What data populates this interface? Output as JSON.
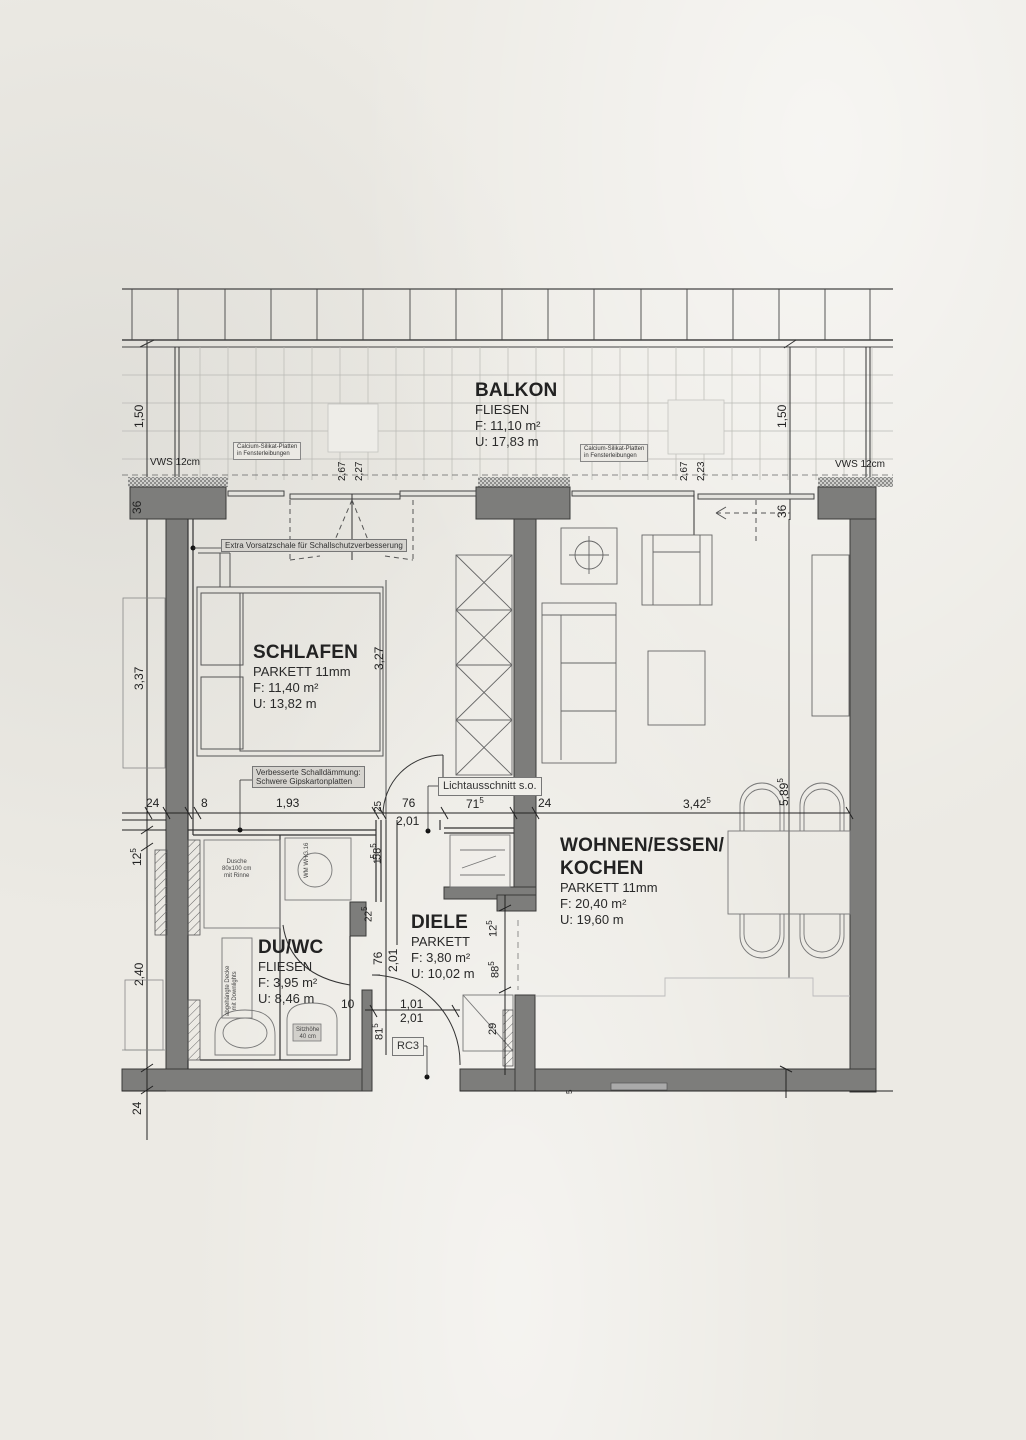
{
  "document": {
    "type": "floor plan",
    "background_color": "#eceae4",
    "wall_color": "#7d7d7b",
    "line_color": "#333333"
  },
  "rooms": {
    "balkon": {
      "name": "BALKON",
      "floor": "FLIESEN",
      "area": "F: 11,10 m²",
      "perimeter": "U: 17,83 m"
    },
    "schlafen": {
      "name": "SCHLAFEN",
      "floor": "PARKETT 11mm",
      "area": "F: 11,40 m²",
      "perimeter": "U: 13,82 m"
    },
    "wohnen": {
      "name_line1": "WOHNEN/ESSEN/",
      "name_line2": "KOCHEN",
      "floor": "PARKETT 11mm",
      "area": "F: 20,40 m²",
      "perimeter": "U: 19,60 m"
    },
    "diele": {
      "name": "DIELE",
      "floor": "PARKETT",
      "area": "F: 3,80 m²",
      "perimeter": "U: 10,02 m"
    },
    "duwc": {
      "name": "DU/WC",
      "floor": "FLIESEN",
      "area": "F: 3,95 m²",
      "perimeter": "U: 8,46 m"
    }
  },
  "notes": {
    "calcium_left_1": "Calcium-Silikat-Platten",
    "calcium_left_2": "in Fensterleibungen",
    "calcium_right_1": "Calcium-Silikat-Platten",
    "calcium_right_2": "in Fensterleibungen",
    "vorsatzschale": "Extra Vorsatzschale für Schallschutzverbesserung",
    "schalldaemmung_1": "Verbesserte Schalldämmung:",
    "schalldaemmung_2": "Schwere Gipskartonplatten",
    "lichtausschnitt": "Lichtausschnitt s.o.",
    "dusche_1": "Dusche",
    "dusche_2": "80x100 cm",
    "dusche_3": "mit Rinne",
    "decke_1": "abgehängte Decke",
    "decke_2": "mit Downlights",
    "wm": "WM",
    "wm_label": "WHG.16",
    "sitz_1": "Sitzhöhe",
    "sitz_2": "40 cm",
    "rc3": "RC3",
    "vws_left": "VWS 12cm",
    "vws_right": "VWS 12cm"
  },
  "dimensions": {
    "balkon_depth_left": "1,50",
    "balkon_depth_right": "1,50",
    "win_left_a": "2,67",
    "win_left_b": "2,27",
    "win_right_a": "2,67",
    "win_right_b": "2,23",
    "wall_top_left": "36",
    "wall_top_right": "36",
    "schlafen_height": "3,37",
    "bed_dim": "3,27",
    "row_24_left": "24",
    "row_8": "8",
    "row_193": "1,93",
    "row_25": "25",
    "row_76": "76",
    "row_201": "2,01",
    "row_715": "71",
    "row_715_sup": "5",
    "row_24_mid": "24",
    "row_3425": "3,42",
    "row_3425_sup": "5",
    "wohnen_height": "5,89",
    "wohnen_height_sup": "5",
    "left_125": "12",
    "left_125_sup": "5",
    "left_240": "2,40",
    "left_24_bottom": "24",
    "d_115": "1",
    "d_115_sup": "5",
    "d_585": "58",
    "d_585_sup": "5",
    "d_225": "22",
    "d_225_sup": "5",
    "d_76": "76",
    "d_201_v": "2,01",
    "d_125_r": "12",
    "d_125_r_sup": "5",
    "d_885": "88",
    "d_885_sup": "5",
    "d_10": "10",
    "d_101": "1,01",
    "d_201_h": "2,01",
    "d_815": "81",
    "d_815_sup": "5",
    "d_29": "29",
    "d_bottom_5": "5"
  }
}
